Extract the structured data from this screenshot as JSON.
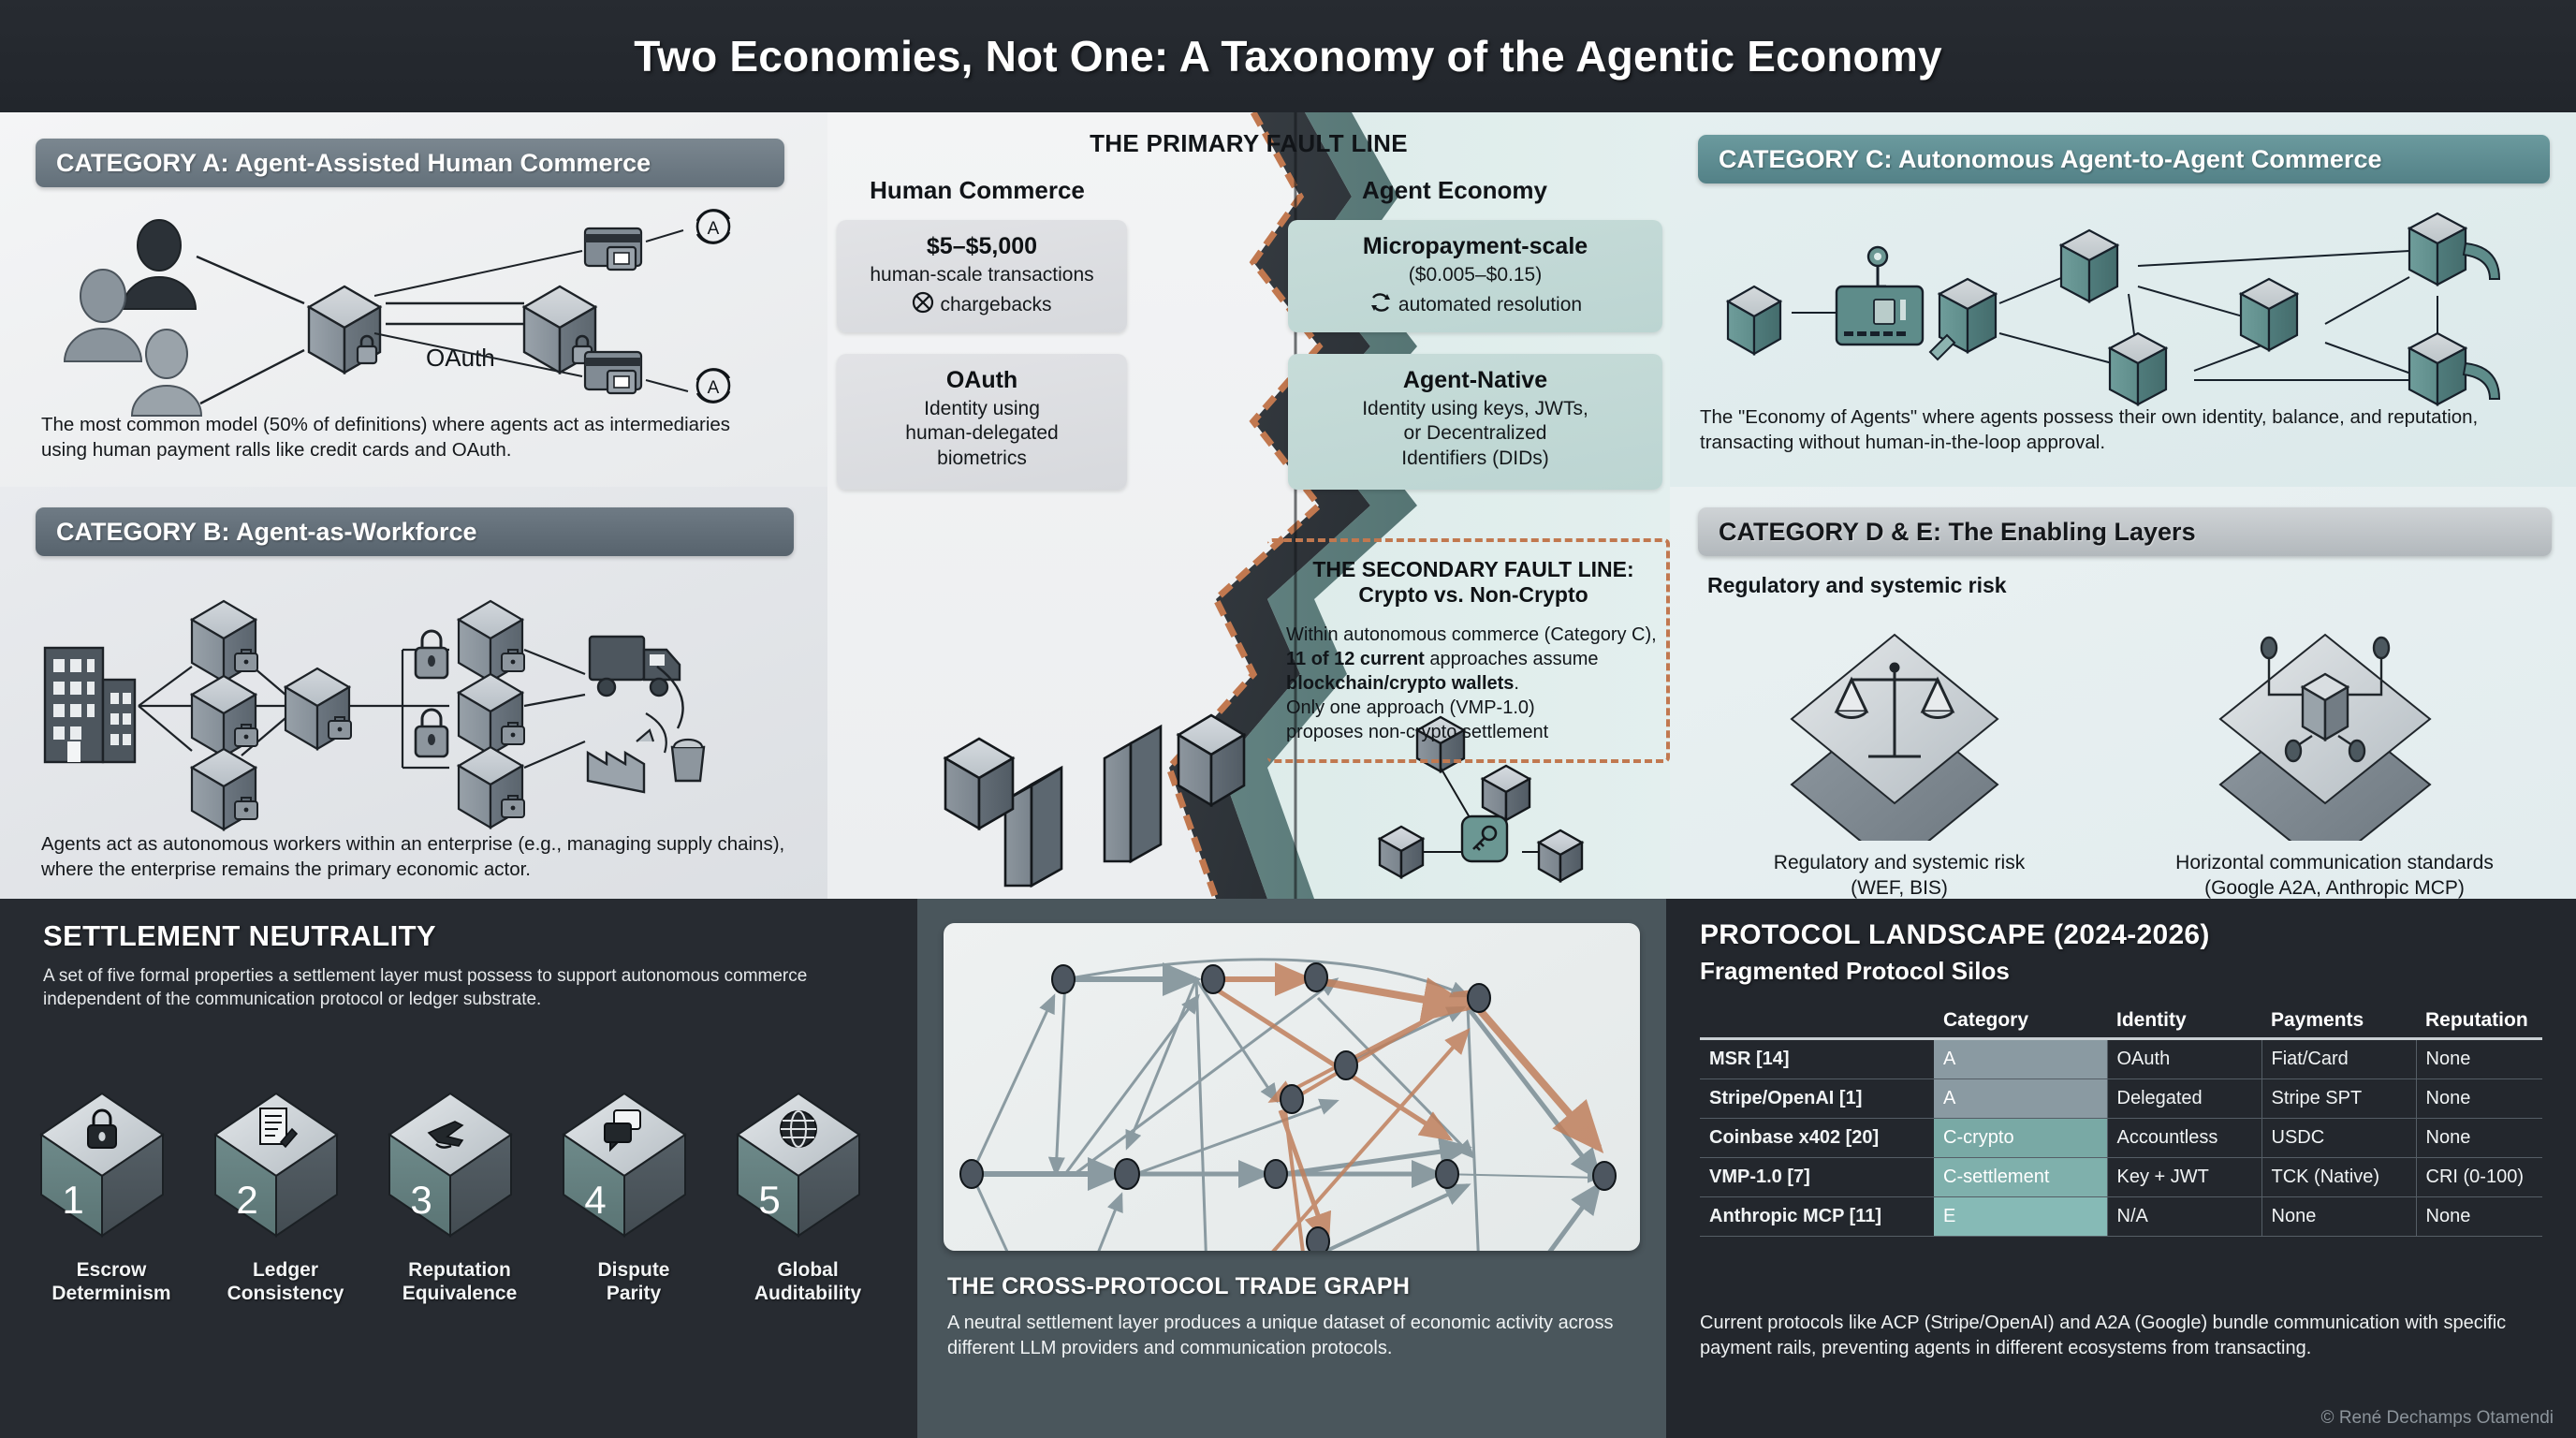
{
  "title": "Two Economies, Not One: A Taxonomy of the Agentic Economy",
  "category_a": {
    "heading": "CATEGORY A: Agent-Assisted Human Commerce",
    "diagram_label": "OAuth",
    "blurb": "The most common model (50% of definitions) where agents act as intermediaries using human payment ralls like credit cards and OAuth.",
    "agent_badge": "A"
  },
  "category_b": {
    "heading": "CATEGORY B: Agent-as-Workforce",
    "blurb": "Agents act as autonomous workers within an enterprise (e.g., managing supply chains), where the enterprise remains the primary economic actor."
  },
  "category_c": {
    "heading": "CATEGORY C: Autonomous Agent-to-Agent Commerce",
    "blurb": "The \"Economy of Agents\" where agents possess their own identity, balance, and reputation, transacting without human-in-the-loop approval."
  },
  "category_de": {
    "heading": "CATEGORY D & E: The Enabling Layers",
    "subhead": "Regulatory and systemic risk",
    "tiles": [
      {
        "caption_line1": "Regulatory and systemic risk",
        "caption_line2": "(WEF, BIS)",
        "icon": "scales-icon"
      },
      {
        "caption_line1": "Horizontal communication standards",
        "caption_line2": "(Google A2A, Anthropic MCP)",
        "icon": "network-cube-icon"
      }
    ]
  },
  "fault": {
    "title": "THE PRIMARY FAULT LINE",
    "left_column": "Human Commerce",
    "right_column": "Agent Economy",
    "rows": [
      {
        "left_title": "$5–$5,000",
        "left_sub": "human-scale transactions",
        "left_note": "chargebacks",
        "left_icon": "no-chargeback-icon",
        "right_title": "Micropayment-scale",
        "right_sub": "($0.005–$0.15)",
        "right_note": "automated resolution",
        "right_icon": "refresh-cycle-icon"
      },
      {
        "left_title": "OAuth",
        "left_sub": "Identity using\nhuman-delegated\nbiometrics",
        "right_title": "Agent-Native",
        "right_sub": "Identity using keys, JWTs,\nor Decentralized\nIdentifiers (DIDs)"
      }
    ]
  },
  "secondary_fault": {
    "title_line1": "THE SECONDARY FAULT LINE:",
    "title_line2": "Crypto vs. Non-Crypto",
    "body_pre": "Within autonomous commerce (Category C),",
    "body_bold1": "11 of 12 current",
    "body_mid1": " approaches assume ",
    "body_bold2": "blockchain/crypto wallets",
    "body_mid2": ".",
    "body_post1": "Only one approach (VMP-1.0)",
    "body_post2": "proposes non-crypto settlement"
  },
  "settlement": {
    "heading": "SETTLEMENT NEUTRALITY",
    "blurb": "A set of five formal properties a settlement layer must possess to support autonomous commerce independent of the communication protocol or ledger substrate.",
    "pillars": [
      {
        "number": "1",
        "label_line1": "Escrow",
        "label_line2": "Determinism",
        "icon": "lock-icon"
      },
      {
        "number": "2",
        "label_line1": "Ledger",
        "label_line2": "Consistency",
        "icon": "ledger-document-icon"
      },
      {
        "number": "3",
        "label_line1": "Reputation",
        "label_line2": "Equivalence",
        "icon": "plane-icon"
      },
      {
        "number": "4",
        "label_line1": "Dispute",
        "label_line2": "Parity",
        "icon": "chat-bubbles-icon"
      },
      {
        "number": "5",
        "label_line1": "Global",
        "label_line2": "Auditability",
        "icon": "globe-icon"
      }
    ]
  },
  "trade_graph": {
    "heading": "THE CROSS-PROTOCOL TRADE GRAPH",
    "blurb": "A neutral settlement layer produces a unique dataset of economic activity across different LLM providers and communication protocols."
  },
  "protocol_landscape": {
    "heading": "PROTOCOL LANDSCAPE (2024-2026)",
    "subheading": "Fragmented Protocol Silos",
    "columns": [
      "",
      "Category",
      "Identity",
      "Payments",
      "Reputation"
    ],
    "rows": [
      {
        "name": "MSR [14]",
        "category": "A",
        "identity": "OAuth",
        "payments": "Fiat/Card",
        "reputation": "None",
        "cat_color": "#8a9aa2"
      },
      {
        "name": "Stripe/OpenAI [1]",
        "category": "A",
        "identity": "Delegated",
        "payments": "Stripe SPT",
        "reputation": "None",
        "cat_color": "#8a9aa2"
      },
      {
        "name": "Coinbase x402 [20]",
        "category": "C-crypto",
        "identity": "Accountless",
        "payments": "USDC",
        "reputation": "None",
        "cat_color": "#79a9a5"
      },
      {
        "name": "VMP-1.0 [7]",
        "category": "C-settlement",
        "identity": "Key + JWT",
        "payments": "TCK (Native)",
        "reputation": "CRI (0-100)",
        "cat_color": "#7fb0ac"
      },
      {
        "name": "Anthropic MCP [11]",
        "category": "E",
        "identity": "N/A",
        "payments": "None",
        "reputation": "None",
        "cat_color": "#86bab6"
      }
    ],
    "footnote": "Current protocols like ACP (Stripe/OpenAI) and A2A (Google) bundle communication with specific payment rails, preventing agents in different ecosystems from transacting."
  },
  "credit": "© René Dechamps Otamendi",
  "colors": {
    "title_bar": "#272b31",
    "cat_a_header": "#697882",
    "cat_b_header": "#5e6a74",
    "cat_c_header": "#5e8e92",
    "cat_de_header": "#b9bec2",
    "fault_accent": "#c1784f",
    "teal": "#7fb0ac",
    "panel_dark": "#272b31",
    "panel_slate": "#4a565c"
  }
}
